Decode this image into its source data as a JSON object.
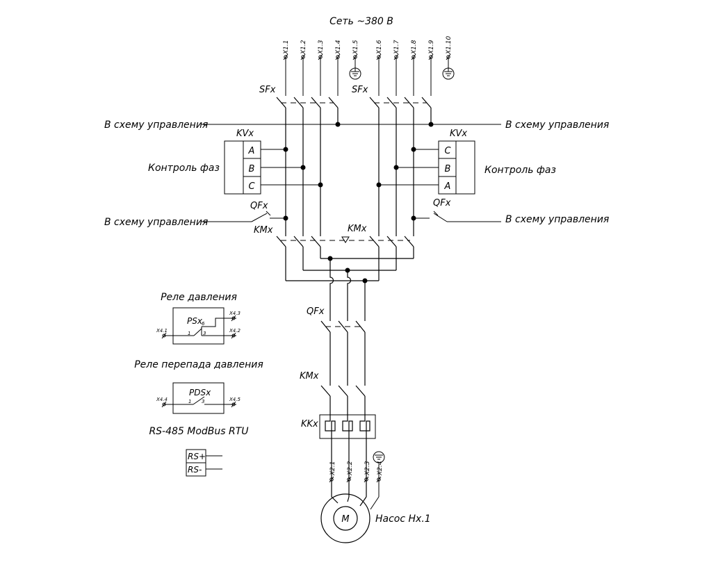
{
  "network_label": "Сеть ~380 В",
  "terminals_x1": [
    "X1.1",
    "X1.2",
    "X1.3",
    "X1.4",
    "X1.5",
    "X1.6",
    "X1.7",
    "X1.8",
    "X1.9",
    "X1.10"
  ],
  "left": {
    "breaker": "SFx",
    "control_top": "В схему управления",
    "voltage_relay": "KVx",
    "phase_control": "Контроль фаз",
    "phases": [
      "A",
      "B",
      "C"
    ],
    "aux_breaker": "QFx",
    "control_bottom": "В схему управления",
    "contactor": "KMx"
  },
  "right": {
    "breaker": "SFx",
    "control_top": "В схему управления",
    "voltage_relay": "KVx",
    "phase_control": "Контроль фаз",
    "phases": [
      "C",
      "B",
      "A"
    ],
    "aux_breaker": "QFx",
    "control_bottom": "В схему управления",
    "contactor": "KMx"
  },
  "pressure_relay": {
    "title": "Реле давления",
    "name": "PSx",
    "pins": [
      "1",
      "3",
      "6"
    ],
    "terminals": [
      "X4.1",
      "X4.2",
      "X4.3"
    ]
  },
  "diff_pressure_relay": {
    "title": "Реле перепада давления",
    "name": "PDSx",
    "pins": [
      "1",
      "3"
    ],
    "terminals": [
      "X4.4",
      "X4.5"
    ]
  },
  "modbus": {
    "title": "RS-485 ModBus RTU",
    "pins": [
      "RS+",
      "RS-"
    ]
  },
  "output": {
    "breaker": "QFx",
    "contactor": "KMx",
    "thermal_relay": "KKx",
    "terminals_x2": [
      "X2.1",
      "X2.2",
      "X2.3",
      "X2.4"
    ],
    "motor": "M",
    "pump": "Насос Нх.1"
  }
}
